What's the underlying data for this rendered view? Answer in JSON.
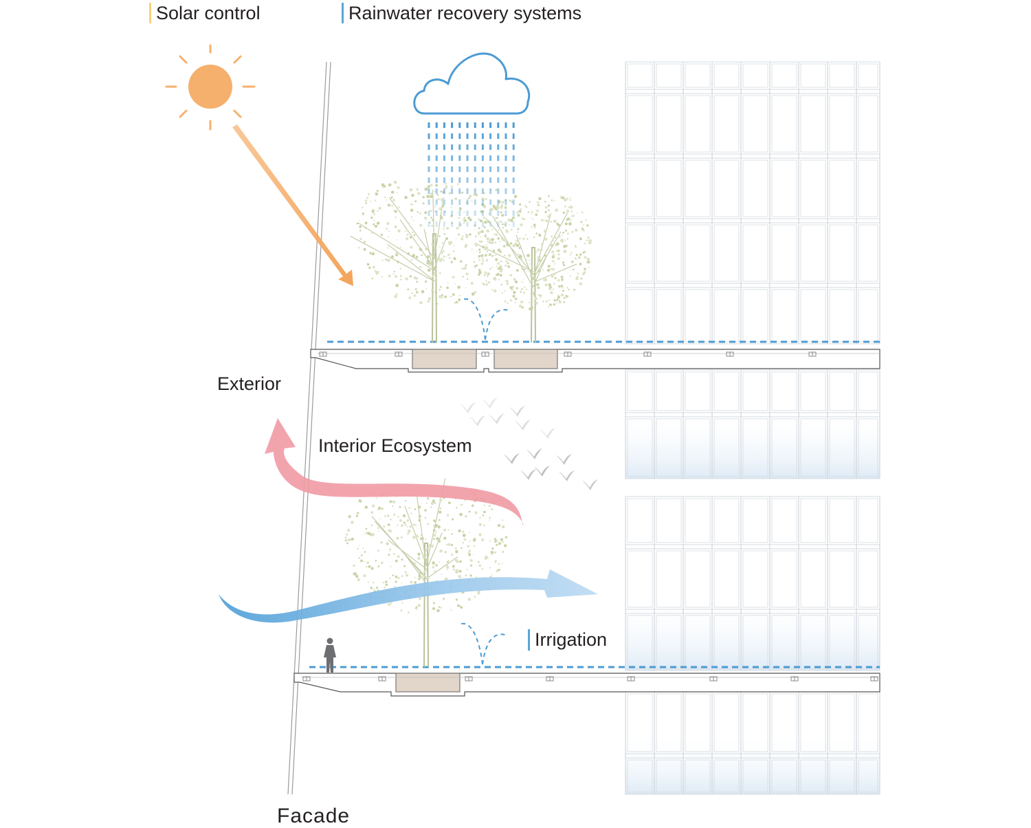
{
  "legend": {
    "solar": {
      "text": "Solar control",
      "color": "#f5d27a"
    },
    "rain": {
      "text": "Rainwater recovery systems",
      "color": "#5aa6d6"
    }
  },
  "labels": {
    "exterior": "Exterior",
    "interior": "Interior Ecosystem",
    "irrigation": "Irrigation",
    "facade": "Facade"
  },
  "colors": {
    "sun": "#f5b06d",
    "rain": "#5aa6d6",
    "warm_air": "#f19aa4",
    "cool_air": "#6aaede",
    "tree": "#c8d4a8",
    "planter": "#e2d5c9",
    "bird": "#b8b8b8",
    "person": "#6d6e71"
  },
  "icons": [
    "sun-icon",
    "cloud-icon",
    "rain-drops",
    "bird-icon",
    "person-icon",
    "tree-icon",
    "water-spray-icon"
  ]
}
